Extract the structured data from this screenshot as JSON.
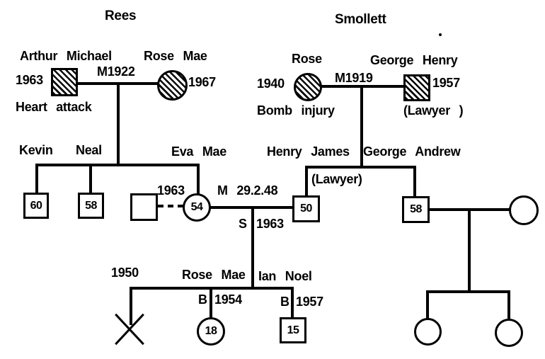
{
  "colors": {
    "ink": "#000000",
    "background": "#ffffff"
  },
  "titles": {
    "left": "Rees",
    "right": "Smollett"
  },
  "rees": {
    "father": {
      "name": "Arthur Michael",
      "year": "1963",
      "note": "Heart attack"
    },
    "marriage": "M1922",
    "mother": {
      "name": "Rose Mae",
      "year": "1967"
    }
  },
  "smollett": {
    "mother": {
      "name": "Rose",
      "year": "1940",
      "note": "Bomb injury"
    },
    "marriage": "M1919",
    "father": {
      "name": "George Henry",
      "year": "1957",
      "note": "(Lawyer )"
    }
  },
  "gen2": {
    "kevin": {
      "name": "Kevin",
      "age": "60"
    },
    "neal": {
      "name": "Neal",
      "age": "58"
    },
    "eva": {
      "name": "Eva Mae",
      "age": "54"
    },
    "eva_first_union_year": "1963",
    "marriage_date": "M 29.2.48",
    "separation": {
      "code": "S",
      "year": "1963"
    },
    "henry": {
      "name": "Henry James",
      "note": "(Lawyer)",
      "age": "50"
    },
    "george": {
      "name": "George Andrew",
      "age": "58"
    }
  },
  "gen3": {
    "lost_child_year": "1950",
    "rose_mae": {
      "name": "Rose Mae",
      "birth_code": "B",
      "birth_year": "1954",
      "age": "18"
    },
    "ian": {
      "name": "Ian Noel",
      "birth_code": "B",
      "birth_year": "1957",
      "age": "15"
    }
  }
}
